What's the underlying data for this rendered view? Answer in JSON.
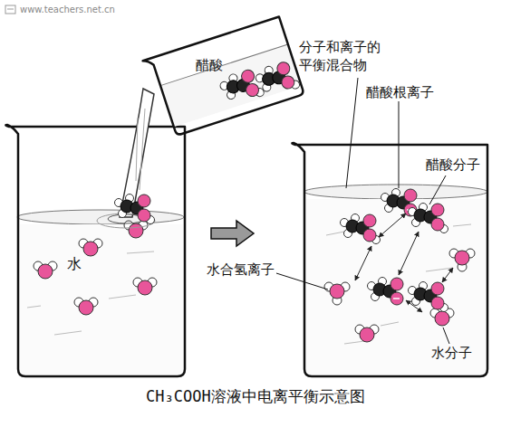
{
  "diagram": {
    "caption": "CH₃COOH溶液中电离平衡示意图",
    "labels": [
      "www.teachers.net.cn",
      "醋酸",
      "水",
      "分子和离子的 平衡混合物",
      "醋酸根离子",
      "醋酸分子",
      "水合氢离子",
      "水分子"
    ]
  }
}
